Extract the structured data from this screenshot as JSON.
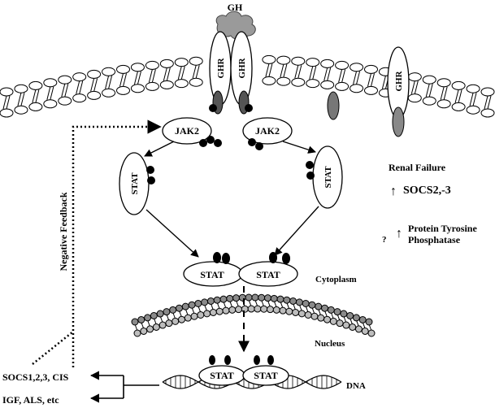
{
  "labels": {
    "gh": "GH",
    "ghr": "GHR",
    "jak2": "JAK2",
    "stat": "STAT",
    "negative_feedback": "Negative Feedback",
    "renal_failure": "Renal Failure",
    "socs23": "SOCS2,-3",
    "protein_tyrosine": "Protein Tyrosine",
    "phosphatase": "Phosphatase",
    "question_mark": "?",
    "up_arrow": "↑",
    "cytoplasm": "Cytoplasm",
    "nucleus": "Nucleus",
    "dna": "DNA",
    "socs_cis": "SOCS1,2,3, CIS",
    "igf_als": "IGF, ALS, etc"
  },
  "colors": {
    "ligand_fill": "#9a9a9a",
    "phospho_dot": "#000000",
    "dark_stub": "#555555"
  }
}
